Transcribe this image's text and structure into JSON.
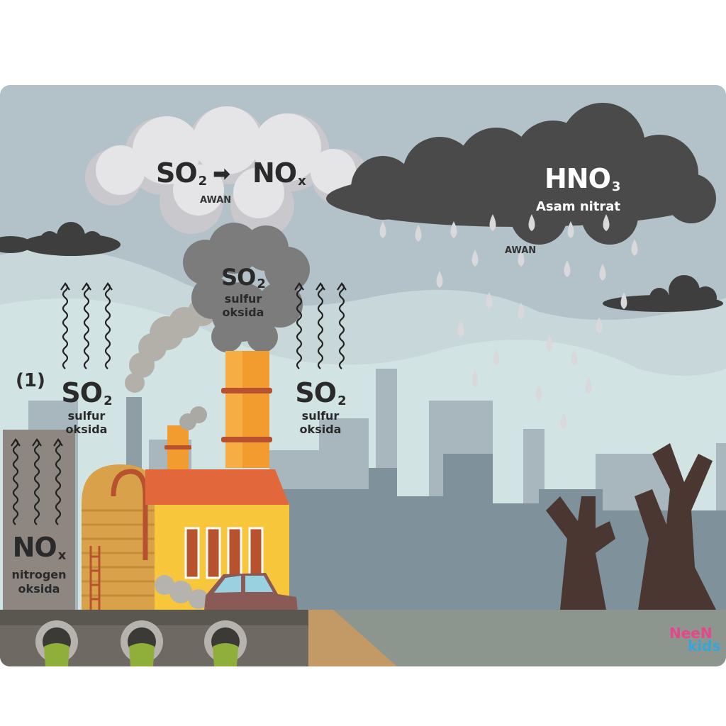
{
  "cloud_left": {
    "formula_a_main": "SO",
    "formula_a_sub": "2",
    "formula_b_main": "NO",
    "formula_b_sub": "x",
    "caption": "AWAN"
  },
  "cloud_right": {
    "formula_main": "HNO",
    "formula_sub": "3",
    "name": "Asam nitrat",
    "caption": "AWAN"
  },
  "smoke_cloud": {
    "formula_main": "SO",
    "formula_sub": "2",
    "line1": "sulfur",
    "line2": "oksida"
  },
  "left_emission": {
    "step_marker": "(1)",
    "formula_main": "SO",
    "formula_sub": "2",
    "line1": "sulfur",
    "line2": "oksida"
  },
  "mid_emission": {
    "formula_main": "SO",
    "formula_sub": "2",
    "line1": "sulfur",
    "line2": "oksida"
  },
  "nox_panel": {
    "formula_main": "NO",
    "formula_sub": "x",
    "line1": "nitrogen",
    "line2": "oksida"
  },
  "logo": {
    "line1": "NeeN",
    "line2": "kids"
  },
  "colors": {
    "sky": "#b2c2c8",
    "haze": "#d2e3e4",
    "dark_cloud": "#4a4a4a",
    "light_cloud": "#dcdcdf",
    "factory_wall": "#f7c63a",
    "roof": "#e2673a",
    "chimney": "#f29b2e",
    "dead_tree": "#4a3731",
    "ground": "#8c968e",
    "sludge": "#8fae3a"
  }
}
